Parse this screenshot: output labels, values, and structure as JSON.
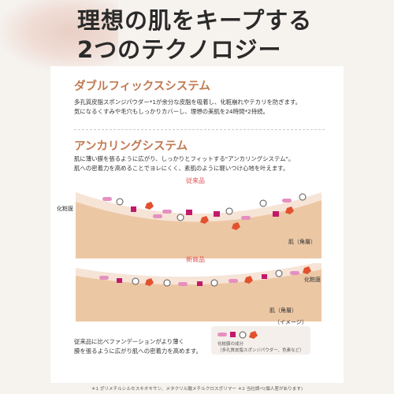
{
  "headline": {
    "line1": "理想の肌をキープする",
    "line2": "2つのテクノロジー"
  },
  "section1": {
    "title": "ダブルフィックスシステム",
    "text1": "多孔質皮脂スポンジパウダー*1が余分な皮脂を吸着し、化粧崩れやテカリを防ぎます。",
    "text2": "気になるくすみや毛穴もしっかりカバーし、理想の美肌を24時間*2持続。"
  },
  "section2": {
    "title": "アンカリングシステム",
    "text1": "肌に薄い膜を張るように広がり、しっかりとフィットする\"アンカリングシステム\"。",
    "text2": "肌への密着力を高めることでヨレにくく、素肌のように軽いつけ心地を叶えます。"
  },
  "diagram": {
    "old_label": "従来品",
    "new_label": "新商品",
    "film_label": "化粧膜",
    "skin_label": "肌（角層）",
    "image_note": "（イメージ）"
  },
  "bottom_text": {
    "line1": "従来品に比べファンデーションがより薄く",
    "line2": "膜を張るように広がり肌への密着力を高めます。"
  },
  "legend": {
    "title": "化粧膜の成分",
    "detail": "（多孔質皮脂スポンジパウダー、色素など）"
  },
  "footnote": "＊1 ポリメチルシルセスキオキサン、メタクリル酸メチルクロスポリマー ＊2 当社調べ(個人差があります)",
  "colors": {
    "pink": "#e590c0",
    "magenta": "#c2186b",
    "red_orange": "#e2512f",
    "skin": "#ecc7a4",
    "accent_title": "#c07a52"
  }
}
